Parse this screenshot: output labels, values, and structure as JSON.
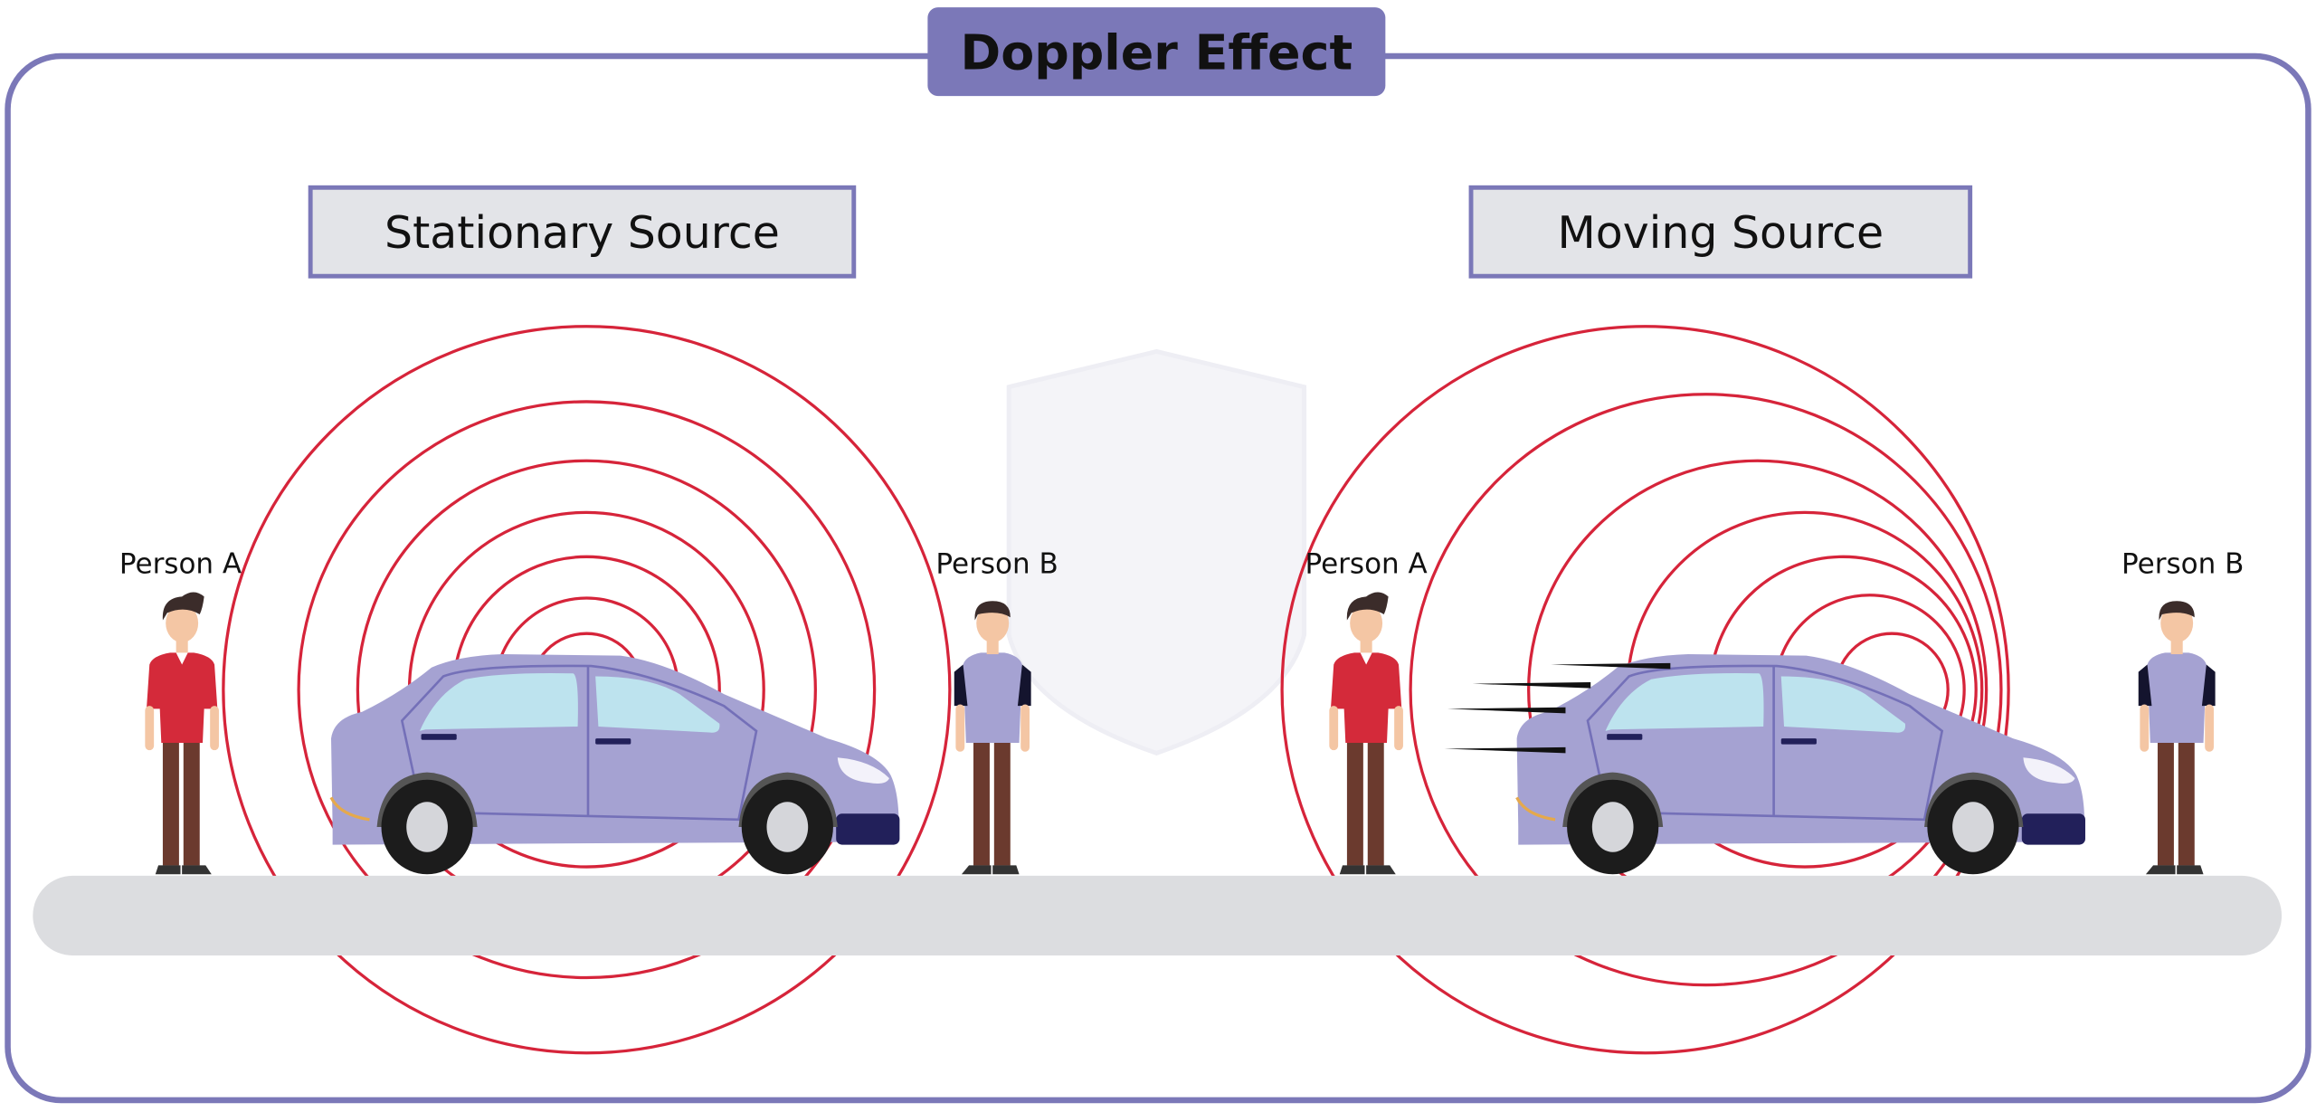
{
  "title": "Doppler Effect",
  "panels": [
    {
      "heading": "Stationary Source",
      "person_a": "Person A",
      "person_b": "Person B"
    },
    {
      "heading": "Moving Source",
      "person_a": "Person A",
      "person_b": "Person B"
    }
  ],
  "colors": {
    "frame": "#7b78b8",
    "wave": "#d6243a",
    "car_body": "#a5a2d2",
    "road": "#dcdde0",
    "heading_box": "#e3e4e8"
  }
}
